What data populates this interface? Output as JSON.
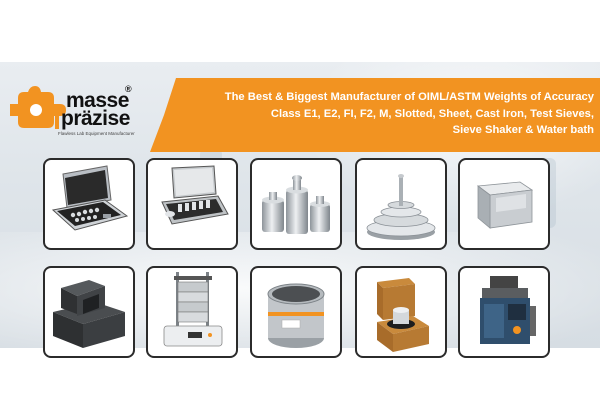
{
  "brand": {
    "name_line1": "masse",
    "name_line2": "präzise",
    "registered_mark": "®",
    "tagline": "Flawless Lab Equipment Manufacturer"
  },
  "headline": {
    "line1": "The Best & Biggest Manufacturer of OIML/ASTM Weights of Accuracy",
    "line2": "Class E1, E2, FI, F2, M, Slotted, Sheet, Cast Iron, Test Sieves,",
    "line3": "Sieve Shaker  & Water bath"
  },
  "products": [
    {
      "icon": "weight-set-case-open-icon"
    },
    {
      "icon": "weight-set-case-icon"
    },
    {
      "icon": "cylindrical-weights-icon"
    },
    {
      "icon": "slotted-weights-stack-icon"
    },
    {
      "icon": "sheet-weight-bar-icon"
    },
    {
      "icon": "cast-iron-weight-icon"
    },
    {
      "icon": "sieve-shaker-icon"
    },
    {
      "icon": "test-sieve-icon"
    },
    {
      "icon": "wooden-box-weight-icon"
    },
    {
      "icon": "water-bath-icon"
    }
  ],
  "colors": {
    "accent": "#f29321",
    "tile_border": "#2b2b2b",
    "text_dark": "#111111"
  }
}
